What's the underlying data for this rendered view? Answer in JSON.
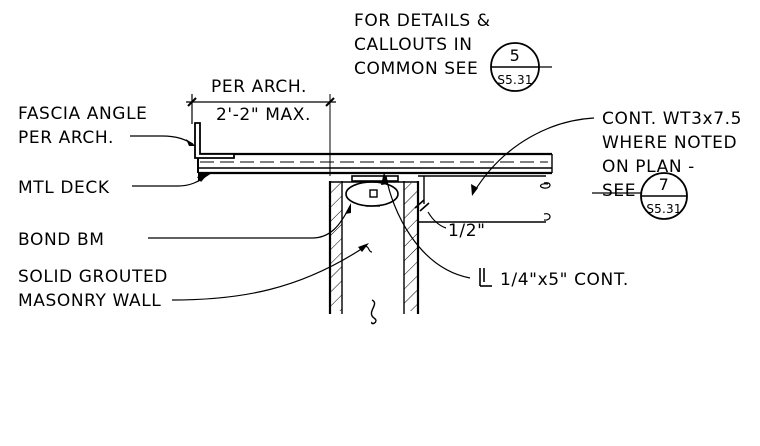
{
  "notes": {
    "details_line1": "FOR DETAILS &",
    "details_line2": "CALLOUTS IN",
    "details_line3": "COMMON SEE",
    "per_arch": "PER ARCH.",
    "max_dim": "2'-2\" MAX.",
    "fascia_line1": "FASCIA ANGLE",
    "fascia_line2": "PER ARCH.",
    "mtl_deck": "MTL DECK",
    "bond_bm": "BOND BM",
    "solid_line1": "SOLID GROUTED",
    "solid_line2": "MASONRY WALL",
    "wt_line1": "CONT. WT3x7.5",
    "wt_line2": "WHERE NOTED",
    "wt_line3": "ON PLAN -",
    "wt_line4": "SEE",
    "half_inch": "1/2\"",
    "plate": "1/4\"x5\" CONT."
  },
  "callouts": {
    "top": {
      "number": "5",
      "sheet": "S5.31"
    },
    "right": {
      "number": "7",
      "sheet": "S5.31"
    }
  }
}
